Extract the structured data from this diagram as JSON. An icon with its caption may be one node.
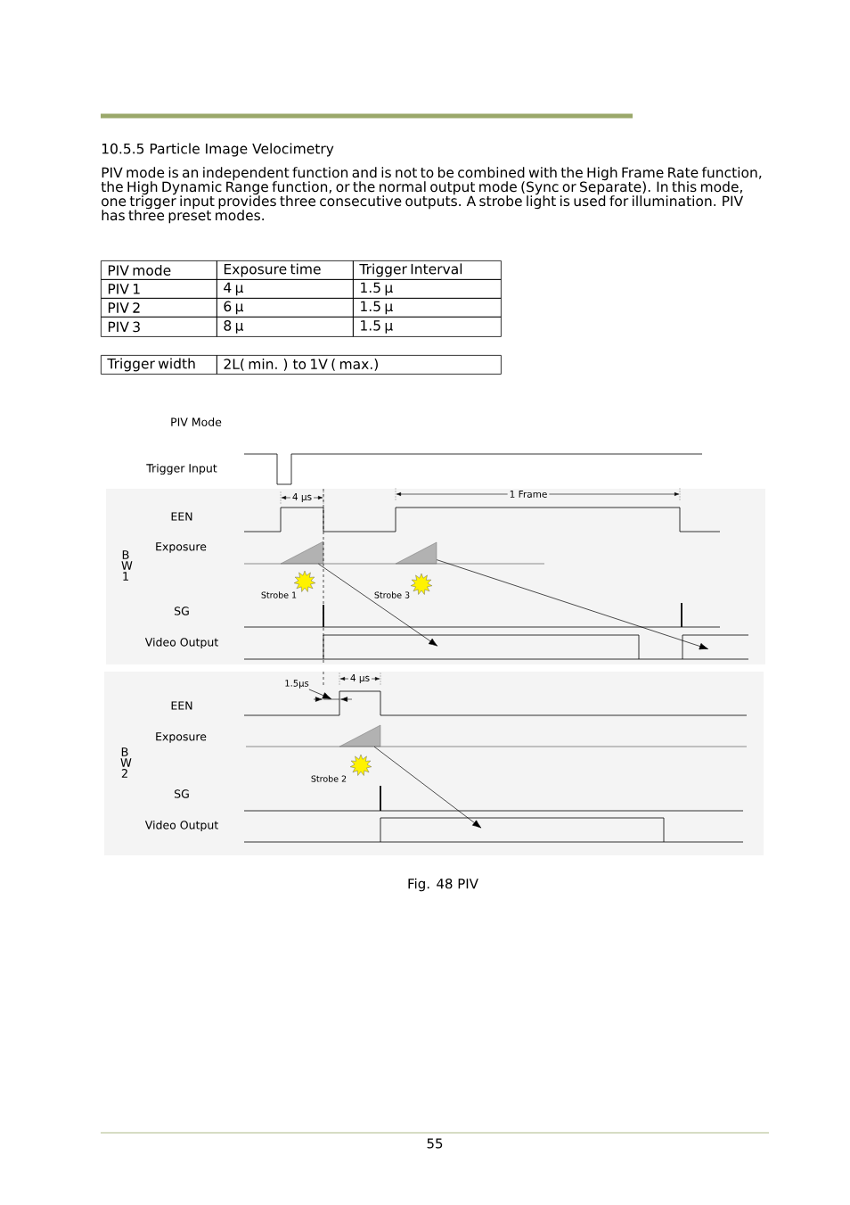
{
  "diagram": {
    "title": "10.5.5 Particle Image Velocimetry",
    "caption": "Fig. 48 PIV",
    "nodes": [
      {
        "text": [
          "B W 1"
        ]
      },
      {
        "text": [],
        "shape": "triangle",
        "in": 0
      },
      {
        "text": [],
        "shape": "triangle",
        "in": 0
      },
      {
        "text": [
          "B W 2"
        ]
      },
      {
        "text": [],
        "shape": "triangle",
        "in": 3
      },
      {
        "text": [
          "1.5μs"
        ],
        "in": 3
      }
    ],
    "edges": [
      {
        "from": 1,
        "to": null,
        "arrow": "to"
      },
      {
        "from": 2,
        "to": null,
        "arrow": "to"
      },
      {
        "from": 4,
        "to": null,
        "arrow": "to"
      },
      {
        "from": 5,
        "to": null,
        "arrow": "to"
      }
    ],
    "labels": [
      "PIV mode is an independent function and is not to be combined with the High Frame Rate function, the High Dynamic Range function, or the normal output mode (Sync or Separate). In this mode, one trigger input provides three consecutive outputs. A strobe light is used for illumination. PIV has three preset modes.",
      "PIV mode",
      "Exposure time",
      "Trigger Interval",
      "PIV 1",
      "4 μ",
      "1.5 μ",
      "PIV 2",
      "6 μ",
      "1.5 μ",
      "PIV 3",
      "8 μ",
      "1.5 μ",
      "Trigger width",
      "2L( min. ) to 1V ( max.)",
      "PIV Mode",
      "Trigger Input",
      "4 μs",
      "1 Frame",
      "EEN",
      "Exposure",
      "Strobe 1",
      "Strobe 3",
      "SG",
      "Video Output",
      "4 μs",
      "EEN",
      "Exposure",
      "Strobe 2",
      "SG",
      "Video Output",
      "55"
    ]
  }
}
